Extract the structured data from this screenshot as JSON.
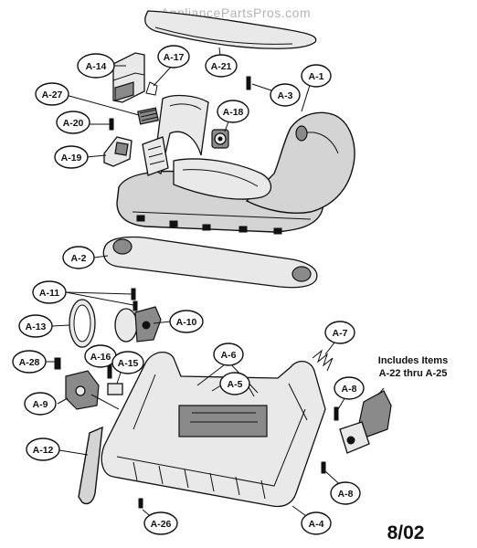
{
  "watermark": "AppliancePartsPros.com",
  "note": {
    "line1": "Includes Items",
    "line2": "A-22 thru A-25"
  },
  "date": "8/02",
  "labels": {
    "a1": "A-1",
    "a2": "A-2",
    "a3": "A-3",
    "a4": "A-4",
    "a5": "A-5",
    "a6": "A-6",
    "a7": "A-7",
    "a8_top": "A-8",
    "a8_bottom": "A-8",
    "a9": "A-9",
    "a10": "A-10",
    "a11": "A-11",
    "a12": "A-12",
    "a13": "A-13",
    "a14": "A-14",
    "a15": "A-15",
    "a16": "A-16",
    "a17": "A-17",
    "a18": "A-18",
    "a19": "A-19",
    "a20": "A-20",
    "a21": "A-21",
    "a26": "A-26",
    "a27": "A-27",
    "a28": "A-28"
  }
}
